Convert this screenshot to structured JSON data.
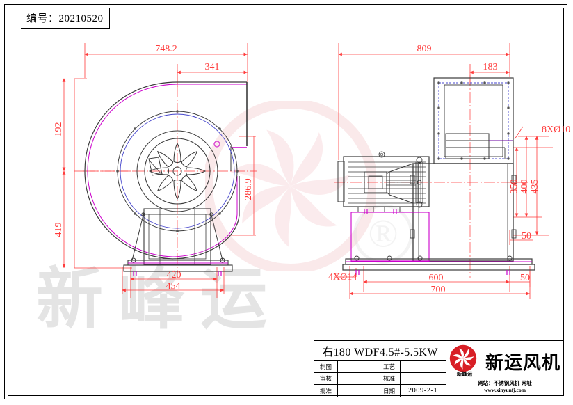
{
  "header": {
    "number_label": "编号：20210520"
  },
  "title_block": {
    "model": "右180  WDF4.5#-5.5KW",
    "rows": [
      {
        "label": "制图",
        "value": "",
        "label2": "工艺",
        "value2": ""
      },
      {
        "label": "审核",
        "value": "",
        "label2": "核准",
        "value2": ""
      },
      {
        "label": "批准",
        "value": "",
        "label2": "日期",
        "value2": "2009-2-1"
      }
    ],
    "brand_name": "新运风机",
    "brand_sub": "新峰运",
    "website_line1": "网站：不锈钢风机 网址",
    "website_line2": "www.xinyunfj.com"
  },
  "watermark": {
    "text": "新峰运",
    "registered_mark": "®"
  },
  "left_view": {
    "name": "side-view-volute",
    "dimensions": {
      "overall_width": "748.2",
      "outlet_offset": "341",
      "upper_height": "192",
      "lower_height": "419",
      "outlet_height": "286.9",
      "base_inner_width": "420",
      "base_outer_width": "454"
    }
  },
  "right_view": {
    "name": "front-view-motor",
    "dimensions": {
      "overall_width": "809",
      "outlet_width": "183",
      "bolt_note_top": "8XØ10",
      "bolt_note_bottom": "4XØ14",
      "height_350": "350",
      "height_400": "400",
      "height_435": "435",
      "offset_50_right": "50",
      "base_inner": "600",
      "base_offset": "50",
      "base_outer": "700"
    }
  },
  "colors": {
    "dimension_red": "#ff3b3b",
    "outline_black": "#3a3a3a",
    "magenta": "#cc00cc",
    "blue": "#4444cc",
    "watermark_pink": "#f3c3c6",
    "logo_red": "#d81f26"
  }
}
